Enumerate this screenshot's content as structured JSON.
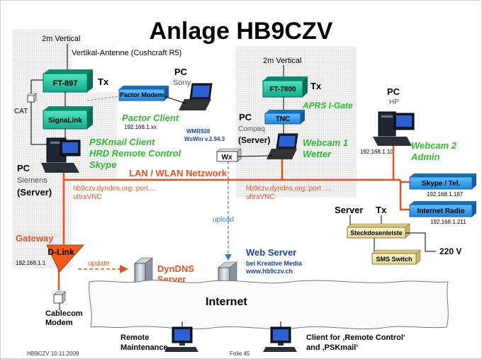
{
  "title": "Anlage HB9CZV",
  "footer": {
    "left": "HB9CZV   10.11.2009",
    "center": "Folie 45"
  },
  "left_station": {
    "antenna1": "2m Vertical",
    "antenna2": "Vertikal-Antenne (Cushcraft R5)",
    "radio": "FT-897",
    "tx": "Tx",
    "cat": "CAT",
    "interface": "SignaLink",
    "pc_label": "PC",
    "pc_brand": "Siemens",
    "pc_role": "(Server)",
    "apps": [
      "PSKmail Client",
      "HRD Remote Control",
      "Skype"
    ]
  },
  "sony": {
    "pc_label": "PC",
    "pc_brand": "Sony",
    "modem": "Pactor Modem",
    "client": "Pactor Client",
    "ip": "192.168.1.xx"
  },
  "compaq": {
    "antenna": "2m Vertical",
    "radio": "FT-7800",
    "tx": "Tx",
    "tnc": "TNC",
    "gate": "APRS I-Gate",
    "pc_label": "PC",
    "pc_brand": "Compaq",
    "pc_role": "(Server)",
    "wmr1": "WMR928",
    "wmr2": "WsWin v.2.94.3",
    "wx": "Wx",
    "apps": [
      "Webcam 1",
      "Wetter"
    ]
  },
  "hp": {
    "pc_label": "PC",
    "pc_brand": "HP",
    "ip": "192.168.1.10",
    "apps": [
      "Webcam 2",
      "Admin"
    ]
  },
  "network": {
    "lan": "LAN / WLAN Netzwork",
    "left_dyn": "hb9czv.dyndns.org::port....",
    "left_vnc": "ultraVNC",
    "right_dyn": "hb9czv.dyndns.org::port ....",
    "right_vnc": "ultraVNC"
  },
  "right_devices": {
    "skype": "Skype / Tel.",
    "skype_ip": "192.168.1.187",
    "radio": "Internet Radio",
    "radio_ip": "192.168.1.211",
    "server": "Server",
    "tx": "Tx",
    "strip": "Steckdosenleiste",
    "sms": "SMS Switch",
    "voltage": "220 V"
  },
  "gateway": {
    "label": "Gateway",
    "router": "D-Link",
    "ip": "192.168.1.1",
    "update": "update",
    "upload": "upload",
    "cable1": "Cablecom",
    "cable2": "Modem"
  },
  "dyndns": {
    "l1": "DynDNS",
    "l2": "Server"
  },
  "webserver": {
    "title": "Web Server",
    "l1": "bei Kreative Media",
    "l2": "www.hb9czv.ch"
  },
  "internet": {
    "label": "Internet"
  },
  "remote": {
    "l1": "Remote",
    "l2": "Maintenance"
  },
  "client": {
    "l1": "Client for ‚Remote Control‘",
    "l2": "and ‚PSKmail‘"
  }
}
